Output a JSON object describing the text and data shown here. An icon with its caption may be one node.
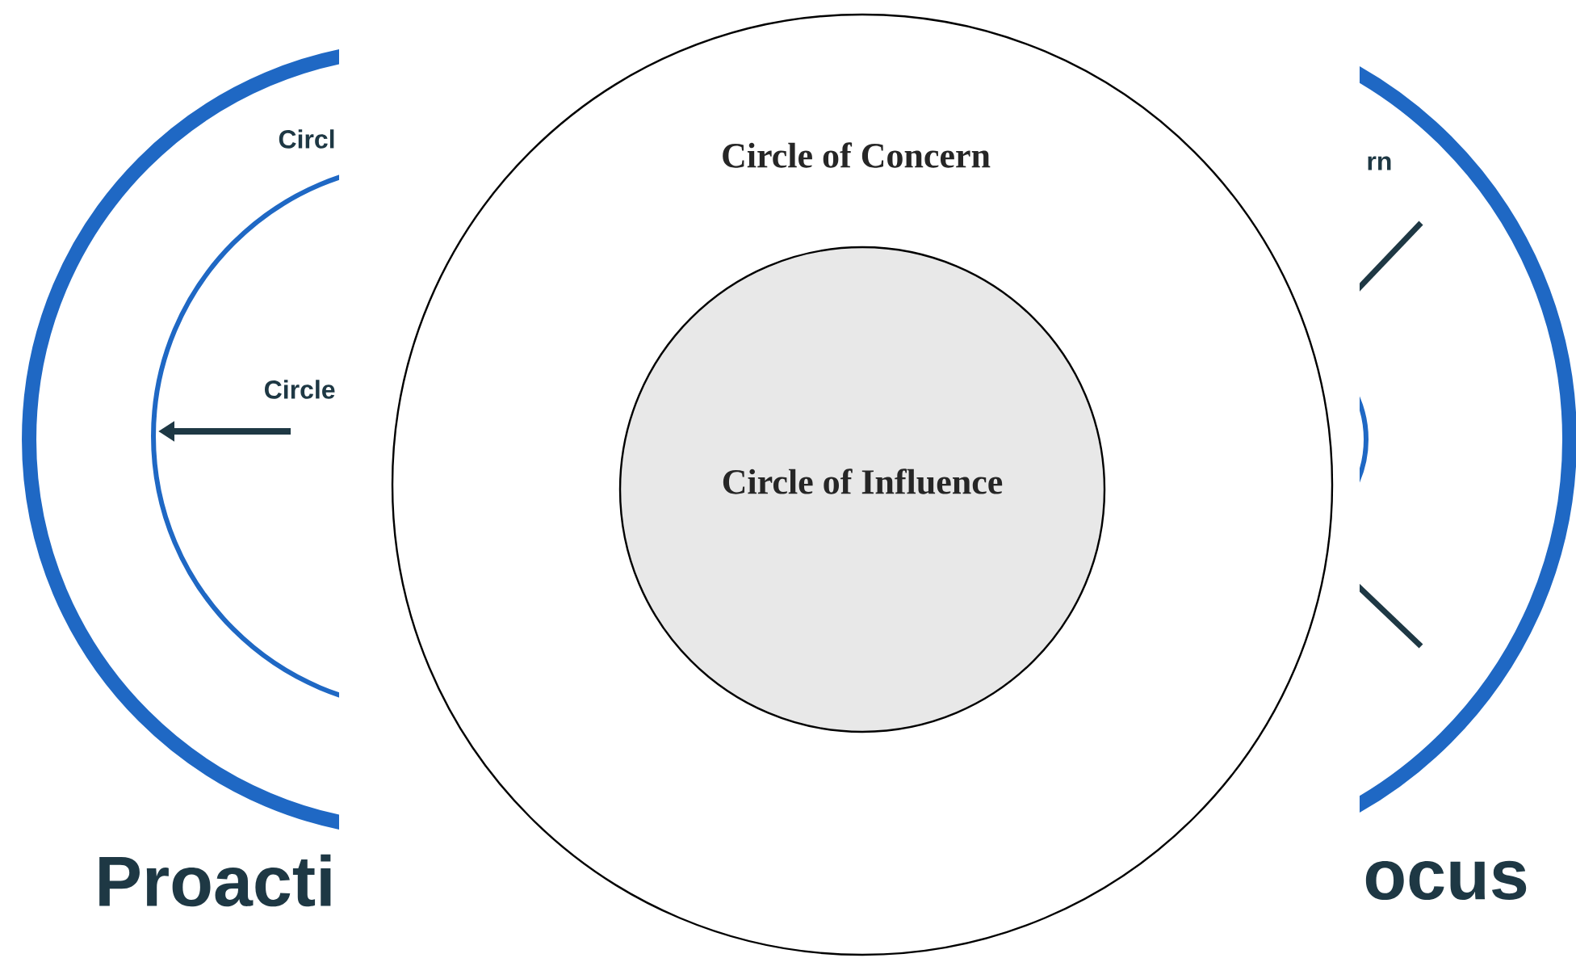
{
  "diagram": {
    "nodes": [
      {
        "text": [
          "Circle of Concern"
        ]
      },
      {
        "text": [
          "Circle of Influence"
        ],
        "in": 0
      }
    ],
    "labels": [
      "Circl",
      "Circle",
      "rn",
      "Proacti",
      "ocus"
    ]
  }
}
